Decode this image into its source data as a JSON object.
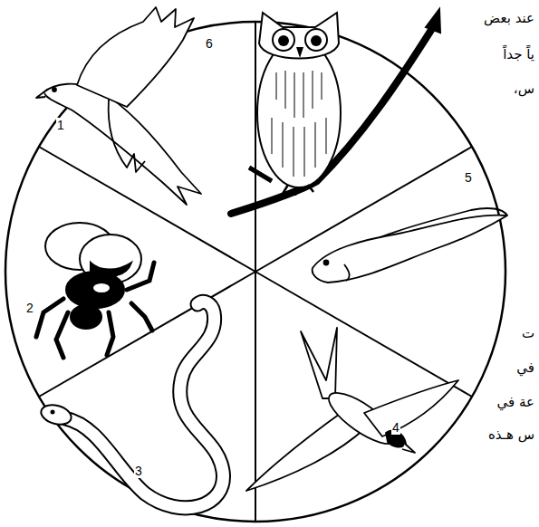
{
  "diagram": {
    "labels": [
      "1",
      "2",
      "3",
      "4",
      "5",
      "6",
      "عند بعض",
      "ياً جداً",
      "س،",
      "ت",
      "في",
      "عة في",
      "س هـذه"
    ]
  }
}
